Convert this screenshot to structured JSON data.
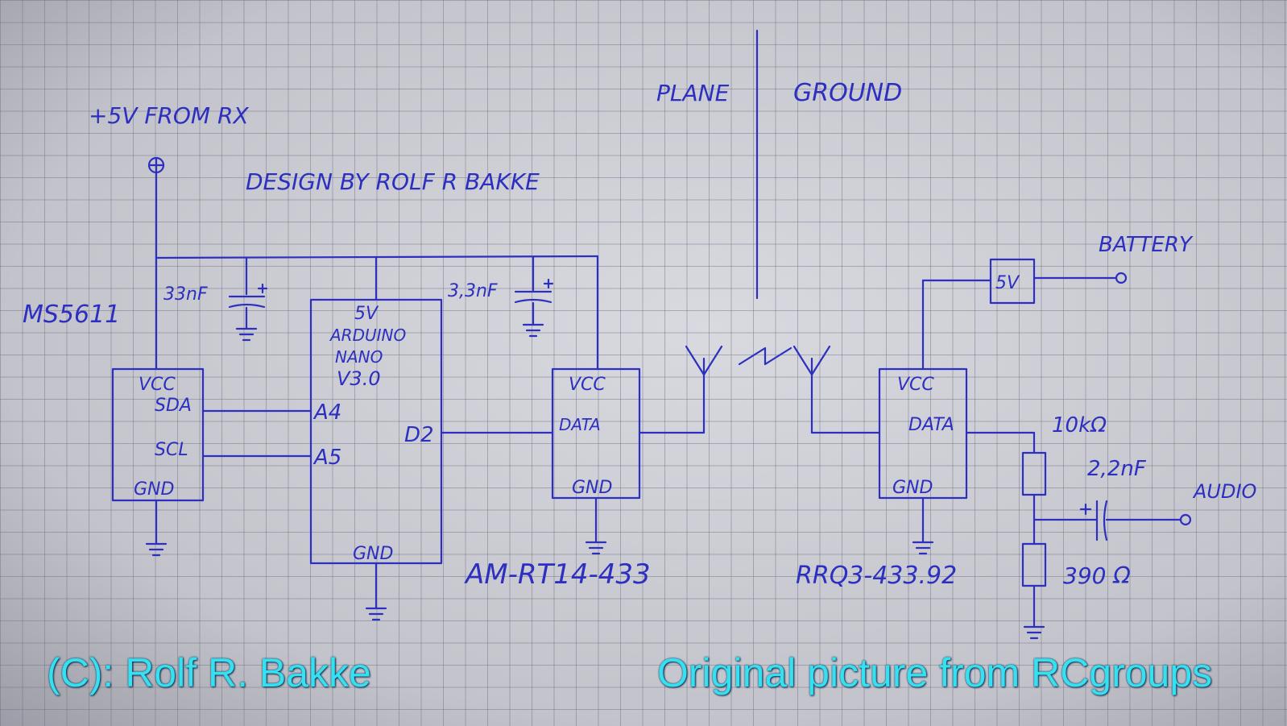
{
  "labels": {
    "plane": "PLANE",
    "ground": "GROUND",
    "power_source": "+5V FROM RX",
    "design": "DESIGN BY ROLF R BAKKE",
    "sensor_name": "MS5611",
    "cap1": "33nF",
    "cap2": "3,3nF",
    "cap3": "2,2nF",
    "battery": "BATTERY",
    "regulator": "5V",
    "audio": "AUDIO",
    "r1": "10kΩ",
    "r2": "390 Ω",
    "tx_part": "AM-RT14-433",
    "rx_part": "RRQ3-433.92"
  },
  "sensor_pins": {
    "vcc": "VCC",
    "sda": "SDA",
    "scl": "SCL",
    "gnd": "GND"
  },
  "arduino": {
    "power": "5V",
    "line1": "ARDUINO",
    "line2": "NANO",
    "line3": "V3.0",
    "a4": "A4",
    "a5": "A5",
    "d2": "D2",
    "gnd": "GND"
  },
  "transmitter_pins": {
    "vcc": "VCC",
    "data": "DATA",
    "gnd": "GND"
  },
  "receiver_pins": {
    "vcc": "VCC",
    "data": "DATA",
    "gnd": "GND"
  },
  "captions": {
    "copyright": "(C): Rolf R. Bakke",
    "source": "Original picture from RCgroups"
  },
  "colors": {
    "ink": "#2c2fbf",
    "caption": "#35e0f0"
  }
}
